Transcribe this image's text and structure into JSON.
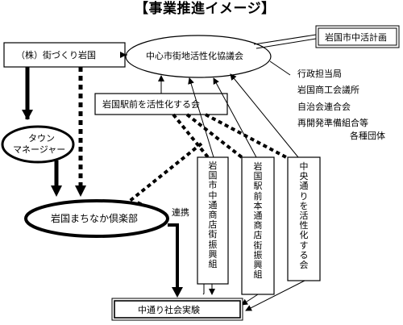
{
  "title": "【事業推進イメージ】",
  "nodes": {
    "corp": "（株）街づくり岩国",
    "council": "中心市街地活性化協議会",
    "plan": "岩国市中活計画",
    "members": [
      "行政担当局",
      "岩国商工会議所",
      "自治会連合会",
      "再開発準備組合等",
      "各種団体"
    ],
    "station_assoc": "岩国駅前を活性化する会",
    "town_manager_line1": "タウン",
    "town_manager_line2": "マネージャー",
    "club": "岩国まちなか倶楽部",
    "link_label": "連携",
    "naka_union": "岩国市中通商店街振興組",
    "ekimae_union": "岩国駅前本通商店街振興組",
    "naka_assoc": "中央通りを活性化する会",
    "experiment": "中通り社会実験"
  }
}
